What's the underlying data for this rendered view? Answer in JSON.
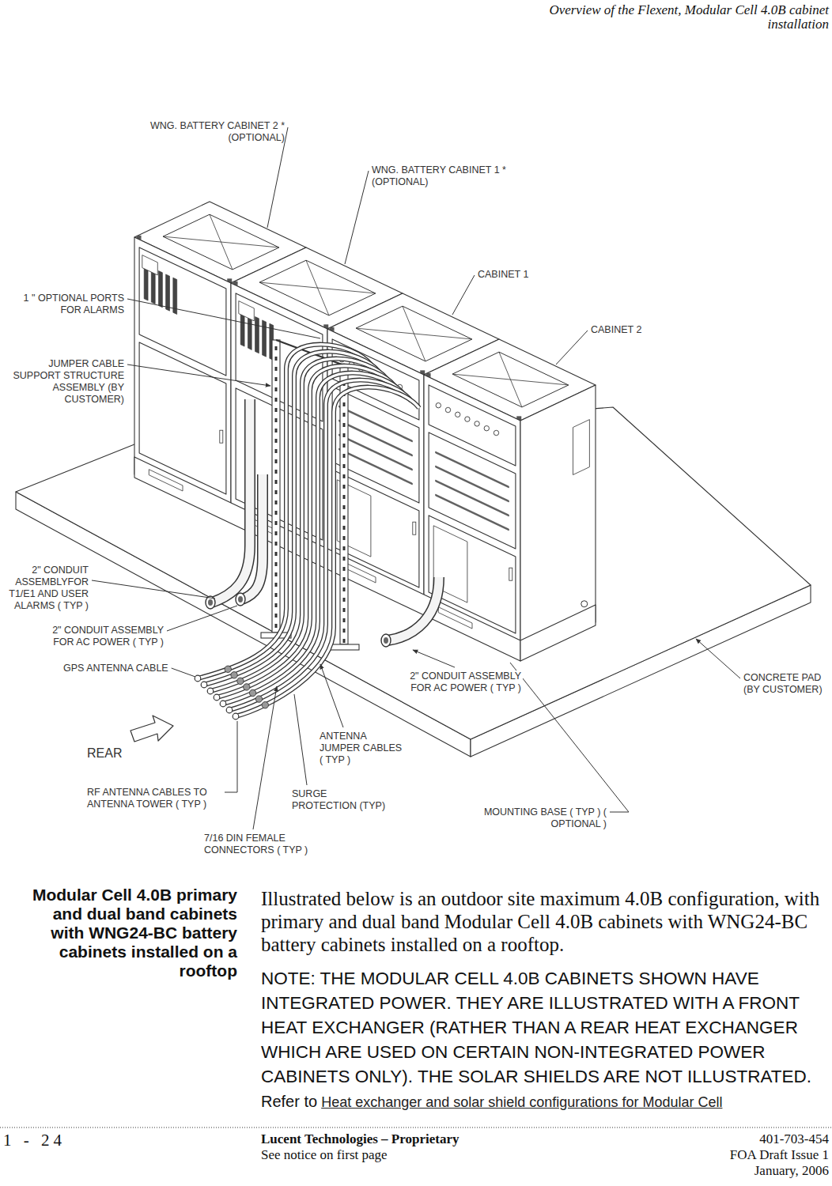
{
  "diagram": {
    "labels": [
      "Overview of the Flexent, Modular Cell 4.0B cabinet installation",
      "WNG. BATTERY CABINET 2 * (OPTIONAL)",
      "WNG. BATTERY CABINET 1 * (OPTIONAL)",
      "CABINET 1",
      "CABINET 2",
      "1 \" OPTIONAL PORTS FOR ALARMS",
      "JUMPER CABLE SUPPORT STRUCTURE ASSEMBLY (BY CUSTOMER)",
      "2\" CONDUIT ASSEMBLYFOR T1/E1 AND USER ALARMS ( TYP )",
      "2\" CONDUIT ASSEMBLY FOR AC POWER ( TYP )",
      "GPS ANTENNA CABLE",
      "2\" CONDUIT ASSEMBLY FOR AC POWER ( TYP )",
      "CONCRETE PAD (BY CUSTOMER)",
      "ANTENNA JUMPER CABLES ( TYP )",
      "REAR",
      "RF ANTENNA CABLES TO ANTENNA TOWER ( TYP )",
      "SURGE PROTECTION (TYP)",
      "MOUNTING BASE ( TYP ) ( OPTIONAL )",
      "7/16 DIN FEMALE CONNECTORS ( TYP )",
      "Modular Cell 4.0B primary and dual band cabinets with WNG24-BC battery cabinets installed on a rooftop",
      "Illustrated below is an outdoor site maximum 4.0B configuration, with primary and dual band Modular Cell 4.0B cabinets with WNG24-BC battery cabinets installed on a rooftop.",
      "NOTE: THE MODULAR CELL 4.0B CABINETS SHOWN HAVE INTEGRATED POWER. THEY ARE ILLUSTRATED WITH A FRONT HEAT EXCHANGER (RATHER THAN A REAR HEAT EXCHANGER WHICH ARE USED ON CERTAIN NON-INTEGRATED POWER CABINETS ONLY). THE SOLAR SHIELDS ARE NOT ILLUSTRATED.",
      "Refer to",
      "Heat exchanger and solar shield configurations for Modular Cell",
      "1 - 24",
      "Lucent Technologies – Proprietary",
      "See notice on first page",
      "401-703-454",
      "FOA Draft Issue 1",
      "January, 2006"
    ]
  }
}
